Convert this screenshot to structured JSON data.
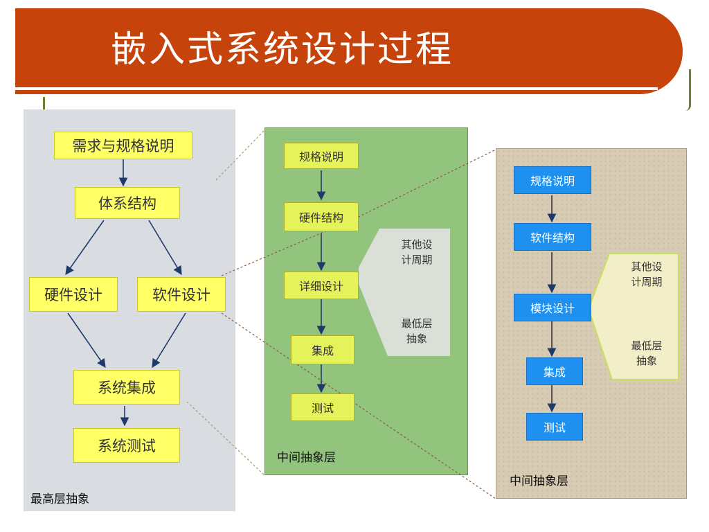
{
  "title": "嵌入式系统设计过程",
  "left_panel": {
    "label": "最高层抽象",
    "boxes": {
      "requirements": "需求与规格说明",
      "architecture": "体系结构",
      "hardware": "硬件设计",
      "software": "软件设计",
      "integration": "系统集成",
      "testing": "系统测试"
    }
  },
  "middle_panel": {
    "label": "中间抽象层",
    "boxes": {
      "spec": "规格说明",
      "hw_structure": "硬件结构",
      "detail": "详细设计",
      "integration": "集成",
      "testing": "测试"
    },
    "note_cycle": "其他设\n计周期",
    "note_lowest": "最低层\n抽象"
  },
  "right_panel": {
    "label": "中间抽象层",
    "boxes": {
      "spec": "规格说明",
      "sw_structure": "软件结构",
      "module": "模块设计",
      "integration": "集成",
      "testing": "测试"
    },
    "note_cycle": "其他设\n计周期",
    "note_lowest": "最低层\n抽象"
  },
  "colors": {
    "title_bar": "#c6440c",
    "left_panel": "#d9dde2",
    "middle_panel": "#93c47d",
    "right_panel": "#d8cbb4",
    "yellow_box": "#ffff66",
    "blue_box": "#1e90f0"
  }
}
